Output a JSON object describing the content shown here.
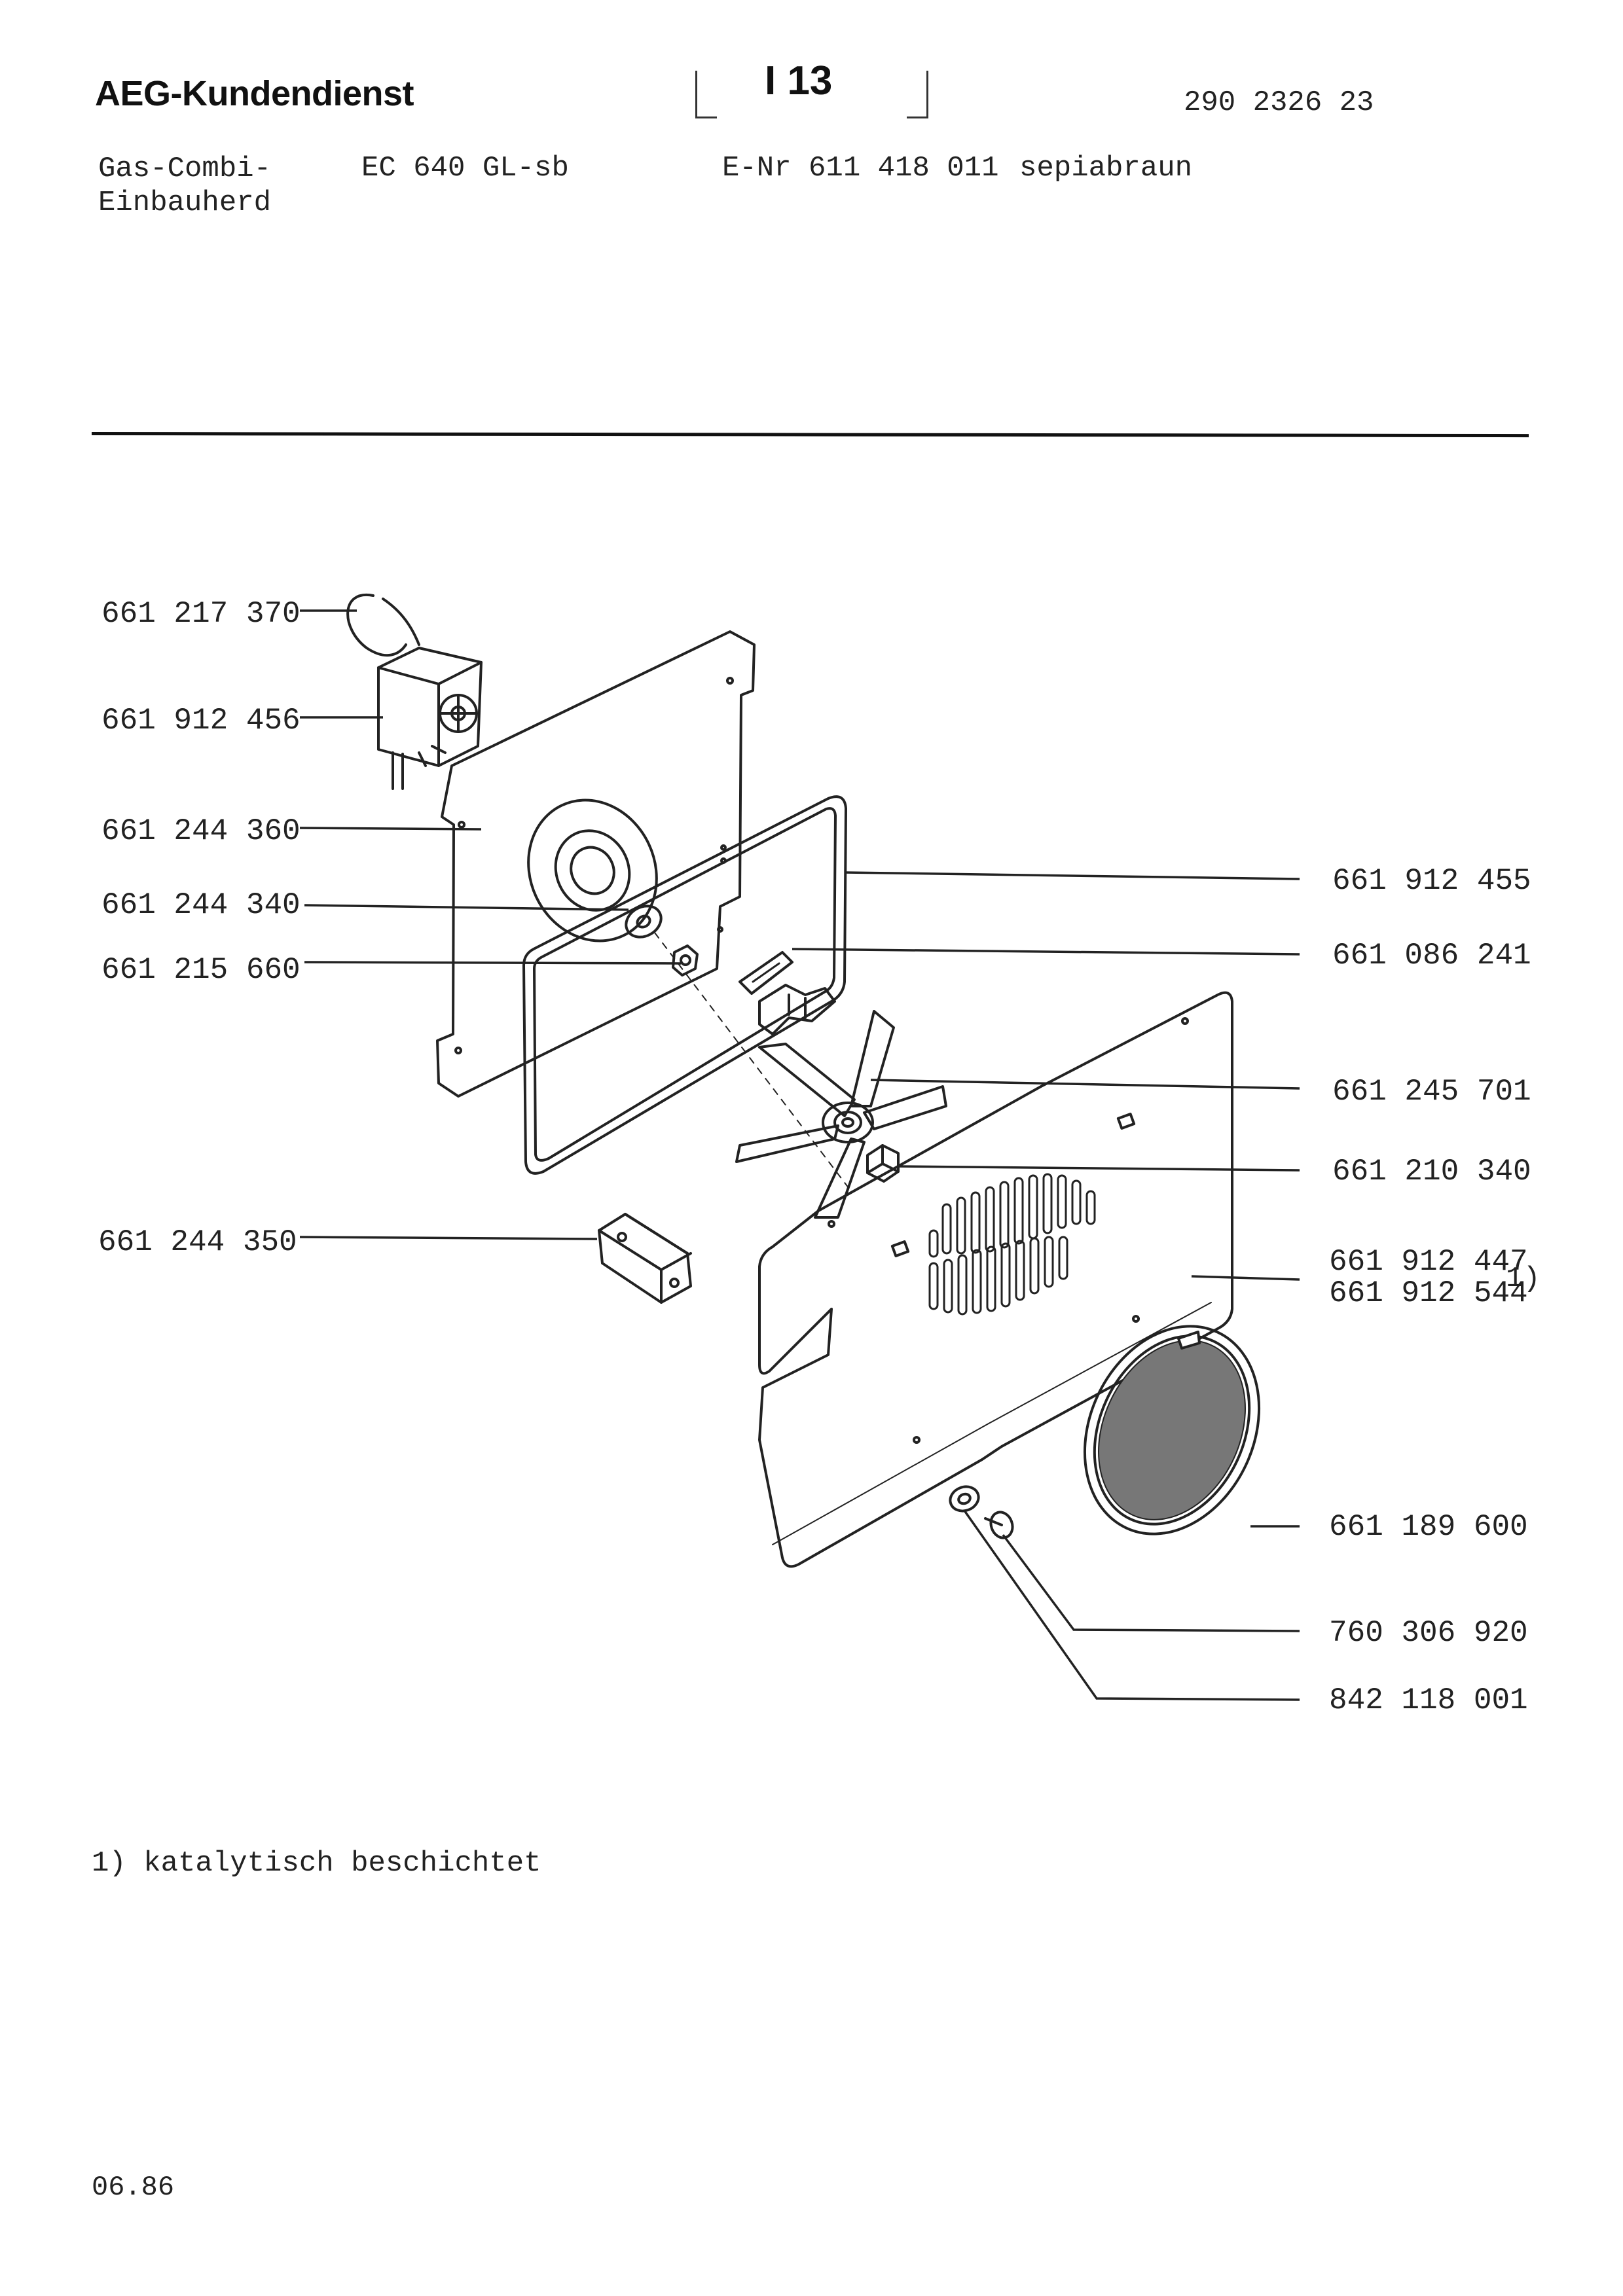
{
  "header": {
    "brand": "AEG-Kundendienst",
    "page_code": "I 13",
    "doc_number": "290 2326 23",
    "product_type_line1": "Gas-Combi-",
    "product_type_line2": "Einbauherd",
    "model": "EC 640 GL-sb",
    "enr": "E-Nr 611 418 011",
    "color": "sepiabraun"
  },
  "parts": {
    "left": [
      {
        "number": "661 217 370",
        "icon": "cable-icon"
      },
      {
        "number": "661 912 456",
        "icon": "motor-icon"
      },
      {
        "number": "661 244 360",
        "icon": "back-panel-icon"
      },
      {
        "number": "661 244 340",
        "icon": "washer-icon"
      },
      {
        "number": "661 215 660",
        "icon": "nut-icon"
      },
      {
        "number": "661 244 350",
        "icon": "bracket-icon"
      }
    ],
    "right": [
      {
        "number": "661 912 455",
        "icon": "heating-element-icon"
      },
      {
        "number": "661 086 241",
        "icon": "terminal-holder-icon"
      },
      {
        "number": "661 245 701",
        "icon": "fan-wheel-icon"
      },
      {
        "number": "661 210 340",
        "icon": "fan-nut-icon"
      },
      {
        "number": "661 912 447",
        "alt_number": "661 912 544",
        "note_mark": "1)",
        "icon": "fan-cover-icon"
      },
      {
        "number": "661 189 600",
        "icon": "grease-filter-icon"
      },
      {
        "number": "760 306 920",
        "icon": "screw-icon"
      },
      {
        "number": "842 118 001",
        "icon": "spacer-icon"
      }
    ]
  },
  "footnote": "1) katalytisch beschichtet",
  "date": "06.86"
}
